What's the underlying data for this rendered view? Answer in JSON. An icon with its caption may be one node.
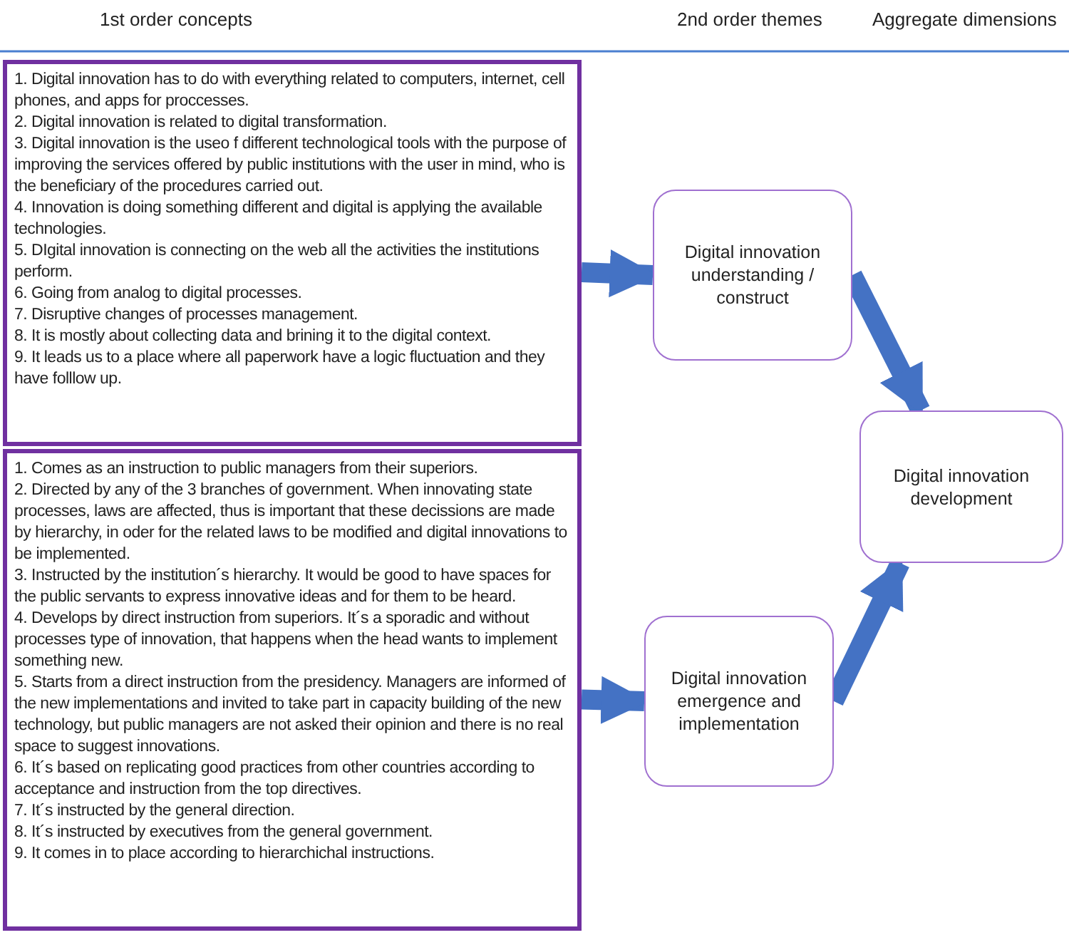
{
  "diagram": {
    "nodes": [
      {
        "text": [
          "1. Digital innovation has to do with everything related to computers, internet, cell phones, and apps for proccesses.",
          "2. Digital innovation is related to digital transformation.",
          "3. Digital innovation is the useo f different technological tools with the purpose of improving the services offered by public institutions with the user in mind, who is the beneficiary of the procedures carried out.",
          "4. Innovation is doing something different and digital is applying the available technologies.",
          "5. DIgital innovation is connecting on the web all the activities the institutions perform.",
          "6. Going from analog to digital processes.",
          "7. Disruptive changes of processes management.",
          "8. It is mostly about collecting data and brining it to the digital context.",
          "9. It leads us to a place where all paperwork have a logic fluctuation and they have folllow up."
        ]
      },
      {
        "text": [
          "1. Comes as an instruction to public managers from their superiors.",
          "2. Directed by any of the 3 branches of government. When innovating state processes, laws are affected, thus is important that these decissions are made by hierarchy, in oder for the related laws to be modified and digital innovations to be implemented.",
          "3. Instructed by the institution´s hierarchy. It would be good to have spaces for the public servants to express innovative ideas and for them to be heard.",
          "4. Develops by direct instruction from superiors. It´s a sporadic and without processes type of innovation, that happens when the head wants to implement something new.",
          "5. Starts from a direct instruction from the presidency. Managers are informed of the new implementations and invited to take part in capacity building of the new technology, but public managers are not asked their opinion and there is no real space to suggest innovations.",
          "6. It´s based on replicating good practices from other countries according to acceptance and instruction from the top directives.",
          "7. It´s instructed by the general direction.",
          "8. It´s instructed by executives from the general government.",
          "9. It comes in to place according to hierarchichal instructions."
        ]
      },
      {
        "text": [
          "Digital innovation understanding / construct"
        ]
      },
      {
        "text": [
          "Digital innovation development"
        ]
      },
      {
        "text": [
          "Digital innovation emergence and implementation"
        ]
      }
    ],
    "edges": [
      {
        "from": 0,
        "to": 2,
        "arrow": "to"
      },
      {
        "from": 1,
        "to": 4,
        "arrow": "to"
      },
      {
        "from": 2,
        "to": 3,
        "arrow": "to"
      },
      {
        "from": 4,
        "to": 3,
        "arrow": "to"
      }
    ],
    "labels": [
      "1st order concepts",
      "2nd order themes",
      "Aggregate dimensions"
    ]
  }
}
